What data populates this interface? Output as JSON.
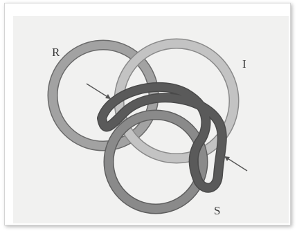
{
  "labels": {
    "r": "R",
    "i": "I",
    "s": "S"
  },
  "colors": {
    "background": "#f1f1f0",
    "ring_r": "#a2a2a2",
    "ring_i": "#c3c3c3",
    "ring_s": "#8a8a8a",
    "ring_edge": "#6a6a6a",
    "band": "#5a5a5a",
    "arrows": "#555555"
  }
}
